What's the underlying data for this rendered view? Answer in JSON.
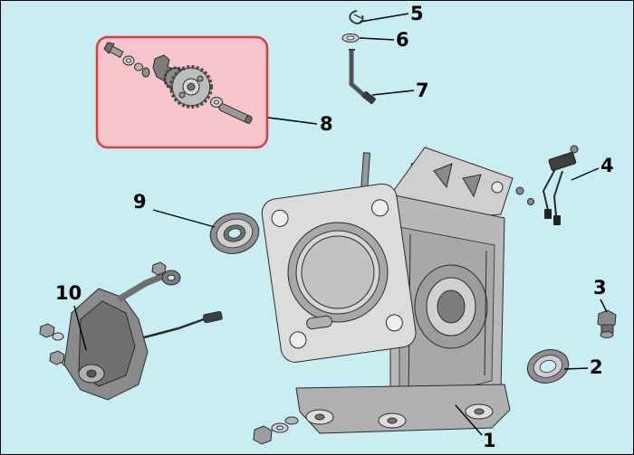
{
  "canvas": {
    "background_color": "#c8edf3",
    "line_color": "#2b2b2b"
  },
  "highlight": {
    "fill_color": "#f7c6cb",
    "stroke_color": "#dd3a48"
  },
  "callouts": [
    {
      "label": "1"
    },
    {
      "label": "2"
    },
    {
      "label": "3"
    },
    {
      "label": "4"
    },
    {
      "label": "5"
    },
    {
      "label": "6"
    },
    {
      "label": "7"
    },
    {
      "label": "8"
    },
    {
      "label": "9"
    },
    {
      "label": "10"
    }
  ]
}
